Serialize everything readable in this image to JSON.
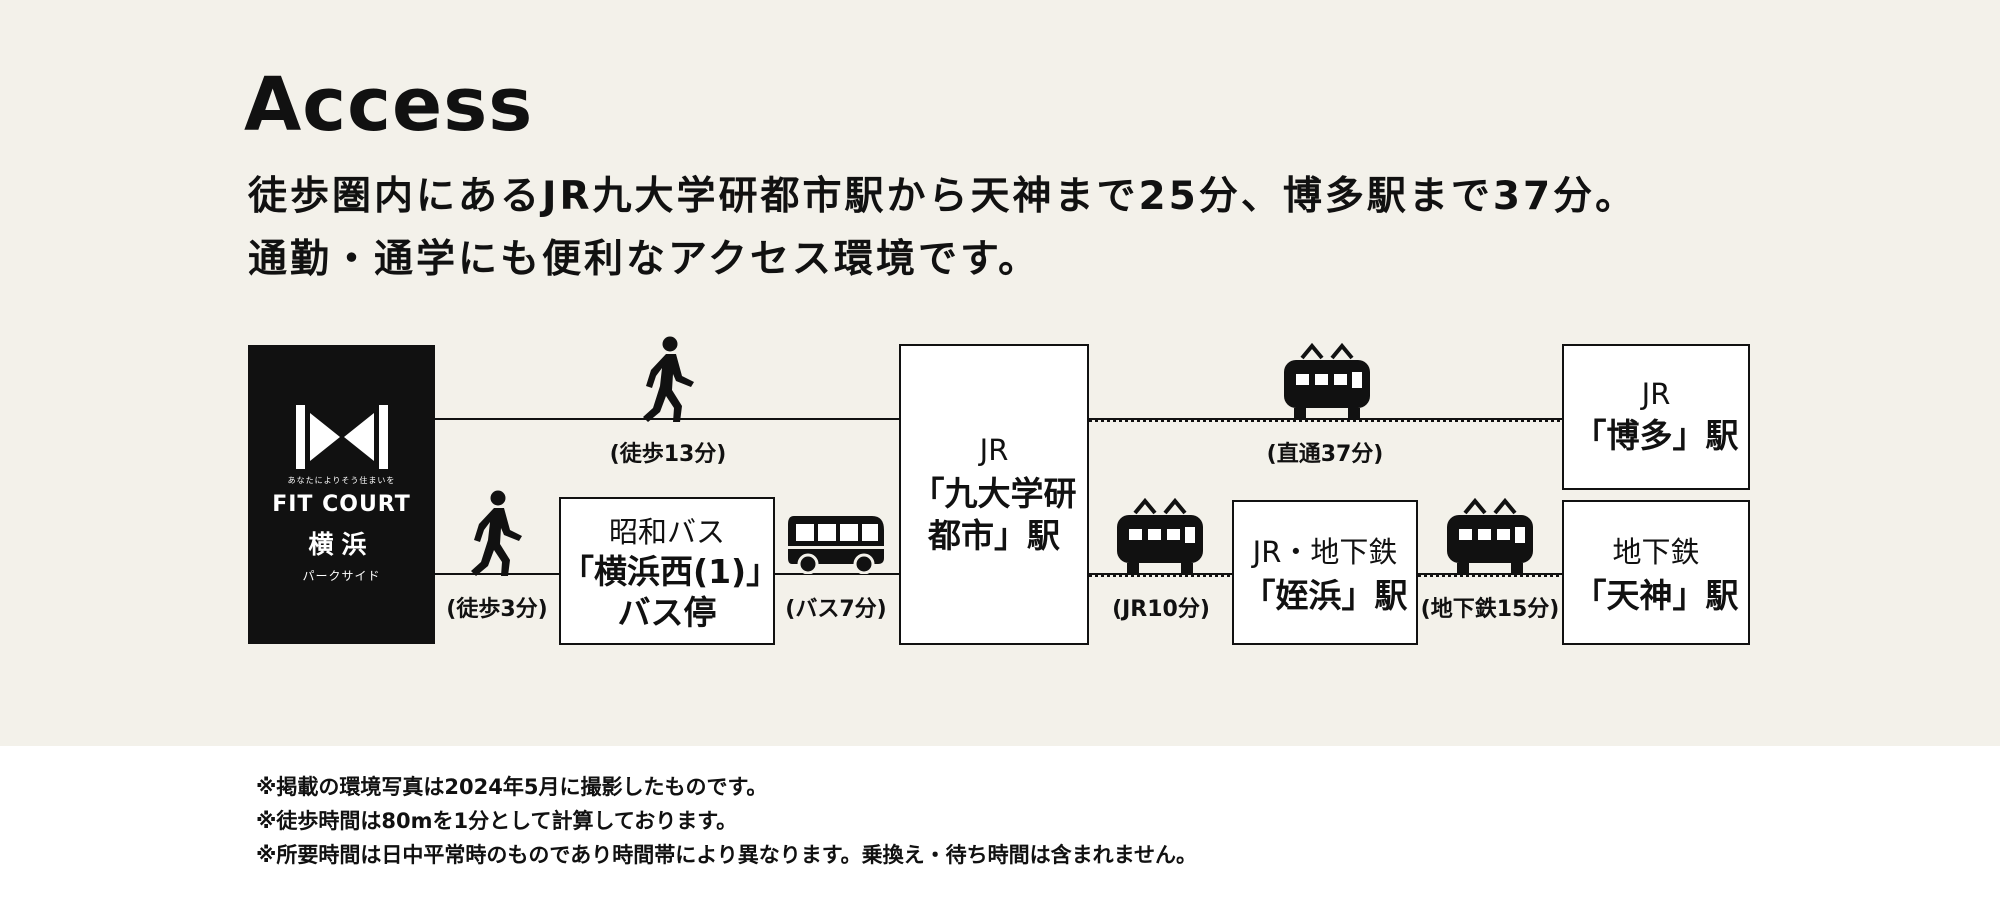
{
  "heading": "Access",
  "lead": {
    "line1": "徒歩圏内にあるJR九大学研都市駅から天神まで25分、博多駅まで37分。",
    "line2": "通勤・通学にも便利なアクセス環境です。"
  },
  "logo": {
    "tagline": "あなたによりそう住まいを",
    "brand": "FIT COURT",
    "city": "横浜",
    "sub": "パークサイド"
  },
  "stations": {
    "bus_stop": {
      "line1": "昭和バス",
      "line2": "「横浜西(1)」",
      "line3": "バス停"
    },
    "kyudai": {
      "line1": "JR",
      "line2": "「九大学研",
      "line3": "都市」駅"
    },
    "hakata": {
      "line1": "JR",
      "line2": "「博多」駅"
    },
    "meinohama": {
      "line1": "JR・地下鉄",
      "line2": "「姪浜」駅"
    },
    "tenjin": {
      "line1": "地下鉄",
      "line2": "「天神」駅"
    }
  },
  "legs": {
    "walk_13": "(徒歩13分)",
    "walk_3": "(徒歩3分)",
    "bus_7": "(バス7分)",
    "direct_37": "(直通37分)",
    "jr_10": "(JR10分)",
    "subway_15": "(地下鉄15分)"
  },
  "icons": [
    "walker-icon",
    "bus-icon",
    "train-icon"
  ],
  "notes": [
    "※掲載の環境写真は2024年5月に撮影したものです。",
    "※徒歩時間は80mを1分として計算しております。",
    "※所要時間は日中平常時のものであり時間帯により異なります。乗換え・待ち時間は含まれません。"
  ]
}
